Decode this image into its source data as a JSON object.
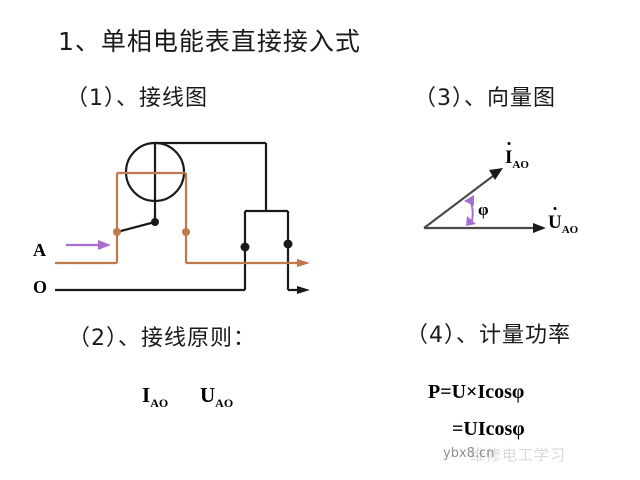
{
  "slide": {
    "title": "1、单相电能表直接接入式",
    "watermark_front": "ybx8.cn",
    "watermark_back": "维修电工学习"
  },
  "sections": {
    "wiring_diagram": {
      "heading": "（1）、接线图"
    },
    "wiring_principle": {
      "heading": "（2）、接线原则：",
      "symbol_current": "I",
      "symbol_current_sub": "AO",
      "symbol_voltage": "U",
      "symbol_voltage_sub": "AO"
    },
    "vector_diagram": {
      "heading": "（3）、向量图",
      "label_current": "I",
      "label_current_sub": "AO",
      "label_voltage": "U",
      "label_voltage_sub": "AO",
      "angle_label": "φ"
    },
    "power": {
      "heading": "（4）、计量功率",
      "formula_1": "P=U×Icosφ",
      "formula_2": "=UIcosφ"
    }
  },
  "circuit": {
    "terminal_line": "A",
    "terminal_neutral": "O"
  },
  "colors": {
    "current_wire": "#c0794f",
    "voltage_wire": "#1a1a1a",
    "direction_arrow": "#a86fd0",
    "angle_arc": "#a86fd0",
    "text": "#1a1a1a"
  }
}
